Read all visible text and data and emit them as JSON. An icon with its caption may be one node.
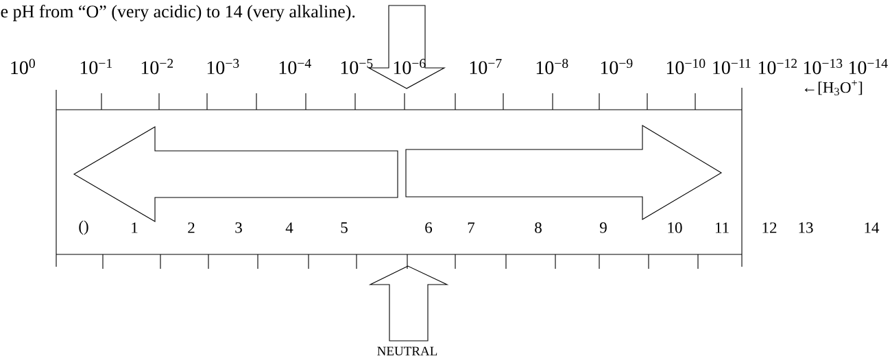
{
  "diagram": {
    "labels": [
      "e pH from “O” (very acidic) to 14 (very alkaline).",
      "10$^{0}$",
      "10$^{−1}$",
      "10$^{−2}$",
      "10$^{−3}$",
      "10$^{−4}$",
      "10$^{−5}$",
      "10$^{−6}$",
      "10$^{−7}$",
      "10$^{−8}$",
      "10$^{−9}$",
      "10$^{−10}$",
      "10$^{−11}$",
      "10$^{−12}$",
      "10$^{−13}$",
      "10$^{−14}$",
      "←[H$_{3}$O$^{+}$]",
      "()",
      "1",
      "2",
      "3",
      "4",
      "5",
      "6",
      "7",
      "8",
      "9",
      "10",
      "11",
      "12",
      "13",
      "14",
      "NEUTRAL"
    ]
  }
}
